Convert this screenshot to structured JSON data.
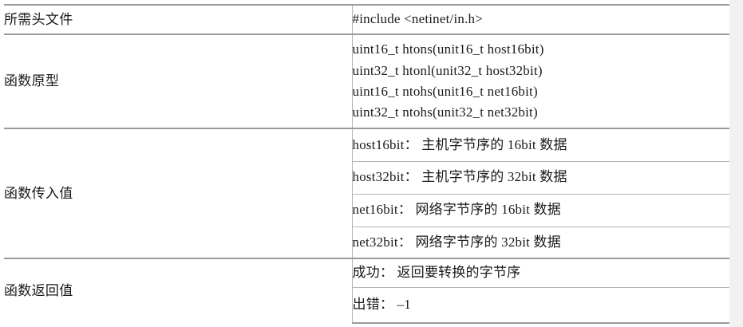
{
  "document": {
    "type": "specification-table",
    "language": "zh-CN",
    "colors": {
      "page_background": "#f1f1f1",
      "table_background": "#ffffff",
      "major_rule": "#9a9a9a",
      "minor_rule": "#b4b4b4",
      "text": "#1a1a1a"
    }
  },
  "table": {
    "rows": [
      {
        "label": "所需头文件",
        "values": [
          "#include <netinet/in.h>"
        ]
      },
      {
        "label": "函数原型",
        "values": [
          "uint16_t htons(unit16_t host16bit)",
          "uint32_t htonl(unit32_t host32bit)",
          "uint16_t ntohs(unit16_t net16bit)",
          "uint32_t ntohs(unit32_t net32bit)"
        ]
      },
      {
        "label": "函数传入值",
        "values": [
          "host16bit： 主机字节序的 16bit 数据",
          "host32bit： 主机字节序的 32bit 数据",
          "net16bit： 网络字节序的 16bit 数据",
          "net32bit： 网络字节序的 32bit 数据"
        ]
      },
      {
        "label": "函数返回值",
        "values": [
          "成功： 返回要转换的字节序",
          "出错： –1"
        ]
      }
    ]
  },
  "cells": {
    "header_label": "所需头文件",
    "header_value": "#include <netinet/in.h>",
    "prototype_label": "函数原型",
    "prototype_line_1": "uint16_t htons(unit16_t host16bit)",
    "prototype_line_2": "uint32_t htonl(unit32_t host32bit)",
    "prototype_line_3": "uint16_t ntohs(unit16_t net16bit)",
    "prototype_line_4": "uint32_t ntohs(unit32_t net32bit)",
    "params_label": "函数传入值",
    "param_1": "host16bit： 主机字节序的 16bit 数据",
    "param_2": "host32bit： 主机字节序的 32bit 数据",
    "param_3": "net16bit： 网络字节序的 16bit 数据",
    "param_4": "net32bit： 网络字节序的 32bit 数据",
    "return_label": "函数返回值",
    "return_1": "成功： 返回要转换的字节序",
    "return_2": "出错： –1"
  }
}
